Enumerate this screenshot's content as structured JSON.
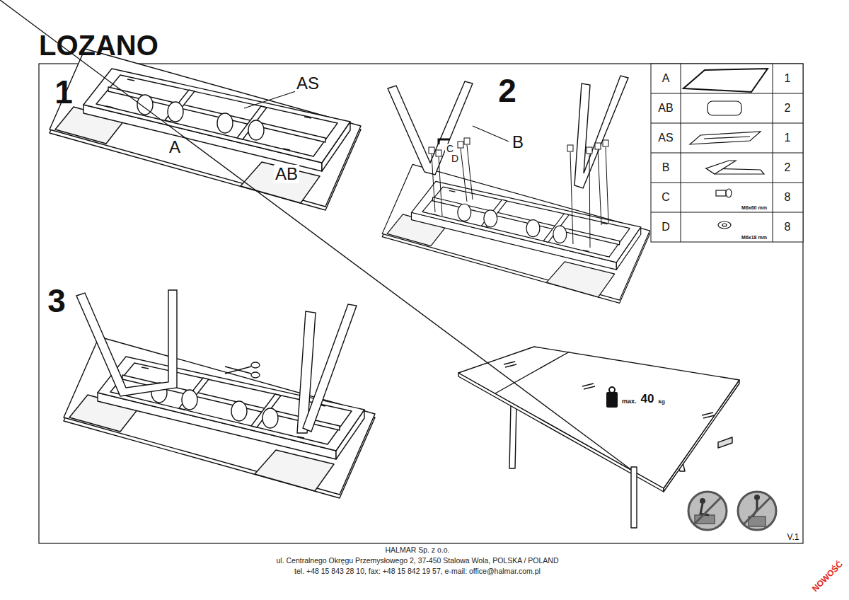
{
  "diagram": {
    "title": "LOZANO",
    "labels": [
      "1",
      "AS",
      "A",
      "AB",
      "2",
      "B",
      "C",
      "D",
      "3",
      "max.",
      "40",
      "kg",
      "A",
      "1",
      "AB",
      "2",
      "AS",
      "1",
      "B",
      "2",
      "C",
      "M6x60 mm",
      "8",
      "D",
      "M6x18 mm",
      "8",
      "V.1",
      "HALMAR Sp. z o.o.",
      "ul. Centralnego Okręgu Przemysłowego 2, 37-450 Stalowa Wola, POLSKA / POLAND",
      "tel. +48 15 843 28 10, fax: +48 15 842 19 57, e-mail: office@halmar.com.pl",
      "NOWOŚĆ"
    ]
  }
}
